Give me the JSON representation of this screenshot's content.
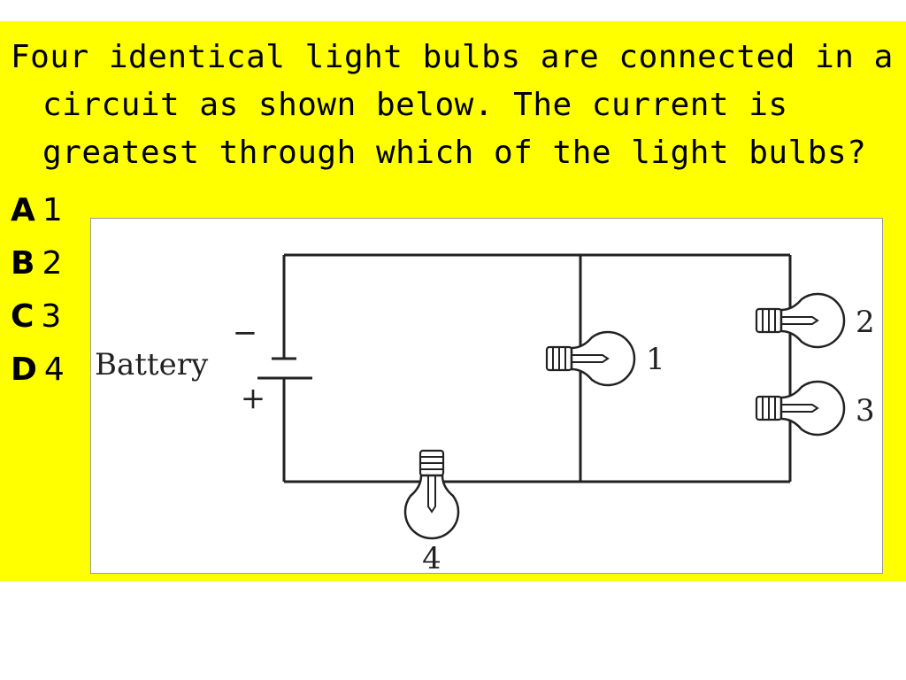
{
  "question": {
    "lines": [
      "Four identical light bulbs are connected in a",
      "circuit as shown below. The current is",
      "greatest through which of the light bulbs?"
    ]
  },
  "options": [
    {
      "letter": "A",
      "value": "1"
    },
    {
      "letter": "B",
      "value": "2"
    },
    {
      "letter": "C",
      "value": "3"
    },
    {
      "letter": "D",
      "value": "4"
    }
  ],
  "diagram": {
    "battery_label": "Battery",
    "minus_sign": "−",
    "plus_sign": "+",
    "bulb_labels": [
      "1",
      "2",
      "3",
      "4"
    ]
  },
  "colors": {
    "slide_background": "#ffff00",
    "text": "#000000",
    "diagram_background": "#ffffff",
    "diagram_lines": "#222222"
  }
}
